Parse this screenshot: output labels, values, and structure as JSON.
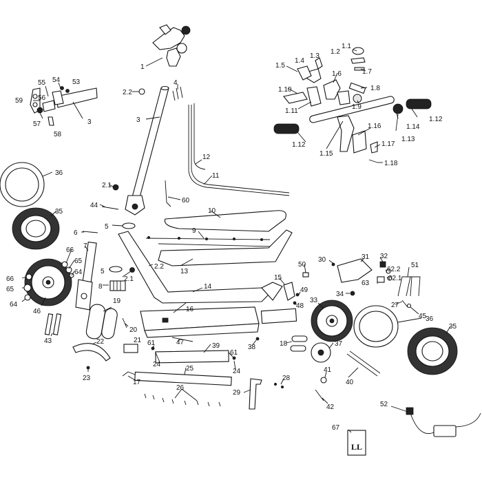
{
  "diagram": {
    "labels": [
      {
        "id": "1",
        "text": "1"
      },
      {
        "id": "2.2a",
        "text": "2.2"
      },
      {
        "id": "3a",
        "text": "3"
      },
      {
        "id": "4",
        "text": "4"
      },
      {
        "id": "55",
        "text": "55"
      },
      {
        "id": "54",
        "text": "54"
      },
      {
        "id": "53",
        "text": "53"
      },
      {
        "id": "59",
        "text": "59"
      },
      {
        "id": "56",
        "text": "56"
      },
      {
        "id": "57",
        "text": "57"
      },
      {
        "id": "58",
        "text": "58"
      },
      {
        "id": "3b",
        "text": "3"
      },
      {
        "id": "1.1",
        "text": "1.1"
      },
      {
        "id": "1.2",
        "text": "1.2"
      },
      {
        "id": "1.3",
        "text": "1.3"
      },
      {
        "id": "1.4",
        "text": "1.4"
      },
      {
        "id": "1.5",
        "text": "1.5"
      },
      {
        "id": "1.6",
        "text": "1.6"
      },
      {
        "id": "1.7",
        "text": "1.7"
      },
      {
        "id": "1.8",
        "text": "1.8"
      },
      {
        "id": "1.9",
        "text": "1.9"
      },
      {
        "id": "1.10",
        "text": "1.10"
      },
      {
        "id": "1.11",
        "text": "1.11"
      },
      {
        "id": "1.12a",
        "text": "1.12"
      },
      {
        "id": "1.12b",
        "text": "1.12"
      },
      {
        "id": "1.13",
        "text": "1.13"
      },
      {
        "id": "1.14",
        "text": "1.14"
      },
      {
        "id": "1.15",
        "text": "1.15"
      },
      {
        "id": "1.16",
        "text": "1.16"
      },
      {
        "id": "1.17",
        "text": "1.17"
      },
      {
        "id": "1.18",
        "text": "1.18"
      },
      {
        "id": "36a",
        "text": "36"
      },
      {
        "id": "35a",
        "text": "35"
      },
      {
        "id": "12",
        "text": "12"
      },
      {
        "id": "11",
        "text": "11"
      },
      {
        "id": "2.1a",
        "text": "2.1"
      },
      {
        "id": "60",
        "text": "60"
      },
      {
        "id": "44",
        "text": "44"
      },
      {
        "id": "10",
        "text": "10"
      },
      {
        "id": "6",
        "text": "6"
      },
      {
        "id": "5a",
        "text": "5"
      },
      {
        "id": "9",
        "text": "9"
      },
      {
        "id": "7",
        "text": "7"
      },
      {
        "id": "66a",
        "text": "66"
      },
      {
        "id": "65a",
        "text": "65"
      },
      {
        "id": "64a",
        "text": "64"
      },
      {
        "id": "66b",
        "text": "66"
      },
      {
        "id": "65b",
        "text": "65"
      },
      {
        "id": "64b",
        "text": "64"
      },
      {
        "id": "46",
        "text": "46"
      },
      {
        "id": "5b",
        "text": "5"
      },
      {
        "id": "2.2b",
        "text": "2.2"
      },
      {
        "id": "2.1b",
        "text": "2.1"
      },
      {
        "id": "13",
        "text": "13"
      },
      {
        "id": "8",
        "text": "8"
      },
      {
        "id": "14",
        "text": "14"
      },
      {
        "id": "50",
        "text": "50"
      },
      {
        "id": "30",
        "text": "30"
      },
      {
        "id": "31",
        "text": "31"
      },
      {
        "id": "32",
        "text": "32"
      },
      {
        "id": "62.2",
        "text": "62.2"
      },
      {
        "id": "51",
        "text": "51"
      },
      {
        "id": "62.1",
        "text": "62.1"
      },
      {
        "id": "63",
        "text": "63"
      },
      {
        "id": "15",
        "text": "15"
      },
      {
        "id": "49",
        "text": "49"
      },
      {
        "id": "48",
        "text": "48"
      },
      {
        "id": "34",
        "text": "34"
      },
      {
        "id": "33",
        "text": "33"
      },
      {
        "id": "27",
        "text": "27"
      },
      {
        "id": "45",
        "text": "45"
      },
      {
        "id": "36b",
        "text": "36"
      },
      {
        "id": "35b",
        "text": "35"
      },
      {
        "id": "19",
        "text": "19"
      },
      {
        "id": "16",
        "text": "16"
      },
      {
        "id": "20",
        "text": "20"
      },
      {
        "id": "43",
        "text": "43"
      },
      {
        "id": "47",
        "text": "47"
      },
      {
        "id": "22",
        "text": "22"
      },
      {
        "id": "21",
        "text": "21"
      },
      {
        "id": "61a",
        "text": "61"
      },
      {
        "id": "39",
        "text": "39"
      },
      {
        "id": "61b",
        "text": "61"
      },
      {
        "id": "38",
        "text": "38"
      },
      {
        "id": "18",
        "text": "18"
      },
      {
        "id": "37",
        "text": "37"
      },
      {
        "id": "24a",
        "text": "24"
      },
      {
        "id": "24b",
        "text": "24"
      },
      {
        "id": "23",
        "text": "23"
      },
      {
        "id": "25",
        "text": "25"
      },
      {
        "id": "17",
        "text": "17"
      },
      {
        "id": "41",
        "text": "41"
      },
      {
        "id": "40",
        "text": "40"
      },
      {
        "id": "28",
        "text": "28"
      },
      {
        "id": "26",
        "text": "26"
      },
      {
        "id": "29",
        "text": "29"
      },
      {
        "id": "42",
        "text": "42"
      },
      {
        "id": "52",
        "text": "52"
      },
      {
        "id": "67",
        "text": "67"
      }
    ],
    "logo_text": "LL"
  }
}
